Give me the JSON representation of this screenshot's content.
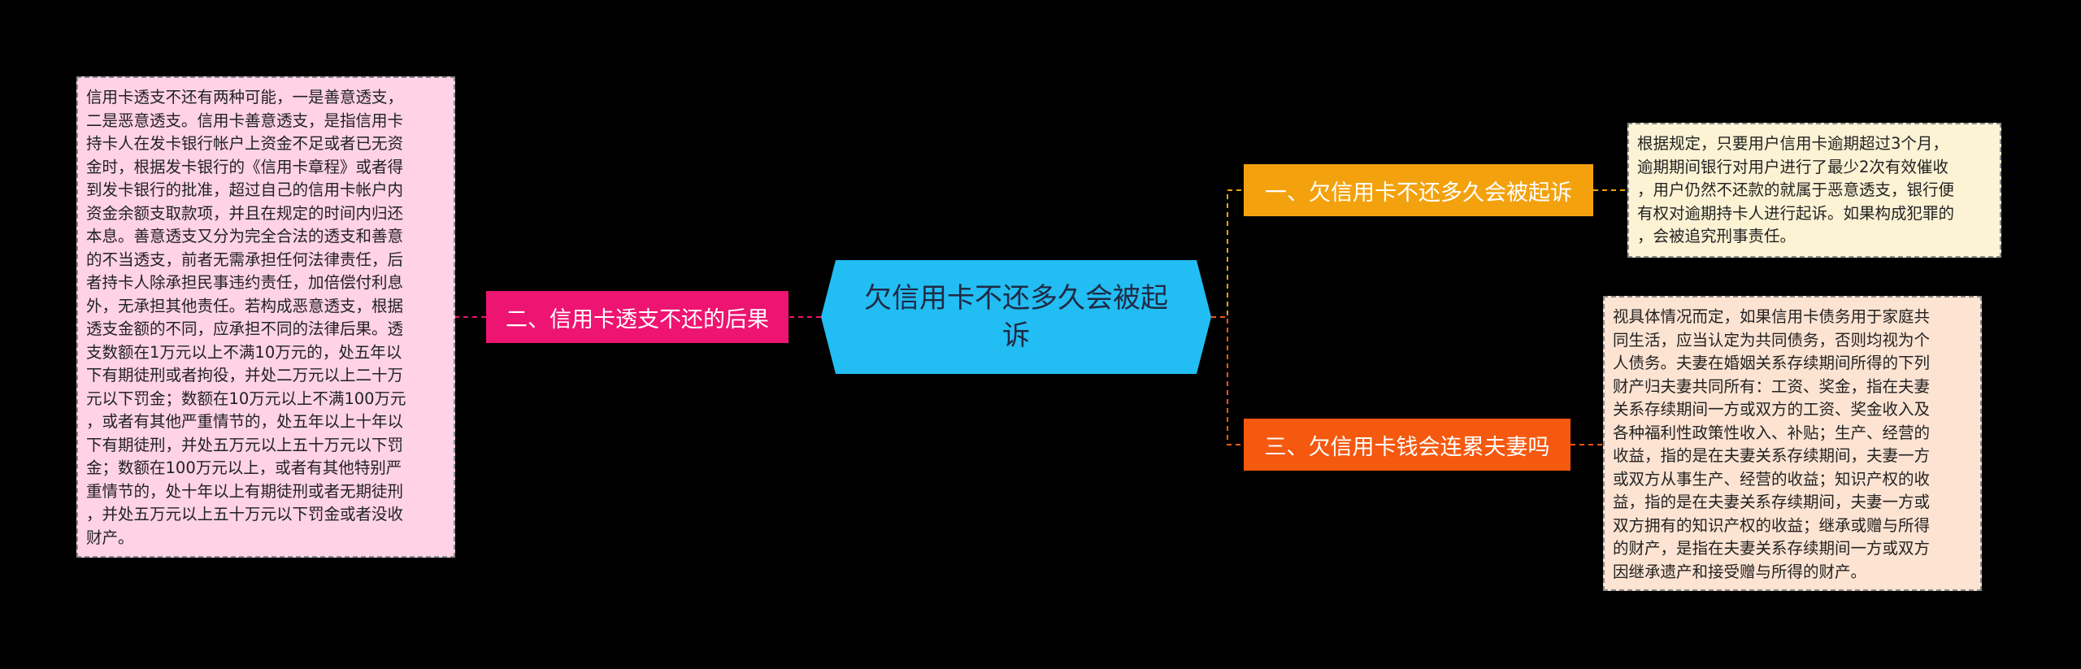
{
  "center": {
    "title": "欠信用卡不还多久会被起诉",
    "color": "#22bdf2"
  },
  "branches": [
    {
      "label": "一、欠信用卡不还多久会被起诉",
      "color": "#f3a20d",
      "note_lines": [
        "根据规定，只要用户信用卡逾期超过3个月，",
        "逾期期间银行对用户进行了最少2次有效催收",
        "，用户仍然不还款的就属于恶意透支，银行便",
        "有权对逾期持卡人进行起诉。如果构成犯罪的",
        "，会被追究刑事责任。"
      ]
    },
    {
      "label": "二、信用卡透支不还的后果",
      "color": "#ee1471",
      "note_lines": [
        "信用卡透支不还有两种可能，一是善意透支，",
        "二是恶意透支。信用卡善意透支，是指信用卡",
        "持卡人在发卡银行帐户上资金不足或者已无资",
        "金时，根据发卡银行的《信用卡章程》或者得",
        "到发卡银行的批准，超过自己的信用卡帐户内",
        "资金余额支取款项，并且在规定的时间内归还",
        "本息。善意透支又分为完全合法的透支和善意",
        "的不当透支，前者无需承担任何法律责任，后",
        "者持卡人除承担民事违约责任，加倍偿付利息",
        "外，无承担其他责任。若构成恶意透支，根据",
        "透支金额的不同，应承担不同的法律后果。透",
        "支数额在1万元以上不满10万元的，处五年以",
        "下有期徒刑或者拘役，并处二万元以上二十万",
        "元以下罚金；数额在10万元以上不满100万元",
        "，或者有其他严重情节的，处五年以上十年以",
        "下有期徒刑，并处五万元以上五十万元以下罚",
        "金；数额在100万元以上，或者有其他特别严",
        "重情节的，处十年以上有期徒刑或者无期徒刑",
        "，并处五万元以上五十万元以下罚金或者没收",
        "财产。"
      ]
    },
    {
      "label": "三、欠信用卡钱会连累夫妻吗",
      "color": "#f5580f",
      "note_lines": [
        "视具体情况而定，如果信用卡债务用于家庭共",
        "同生活，应当认定为共同债务，否则均视为个",
        "人债务。夫妻在婚姻关系存续期间所得的下列",
        "财产归夫妻共同所有：工资、奖金，指在夫妻",
        "关系存续期间一方或双方的工资、奖金收入及",
        "各种福利性政策性收入、补贴；生产、经营的",
        "收益，指的是在夫妻关系存续期间，夫妻一方",
        "或双方从事生产、经营的收益；知识产权的收",
        "益，指的是在夫妻关系存续期间，夫妻一方或",
        "双方拥有的知识产权的收益；继承或赠与所得",
        "的财产，是指在夫妻关系存续期间一方或双方",
        "因继承遗产和接受赠与所得的财产。"
      ]
    }
  ]
}
